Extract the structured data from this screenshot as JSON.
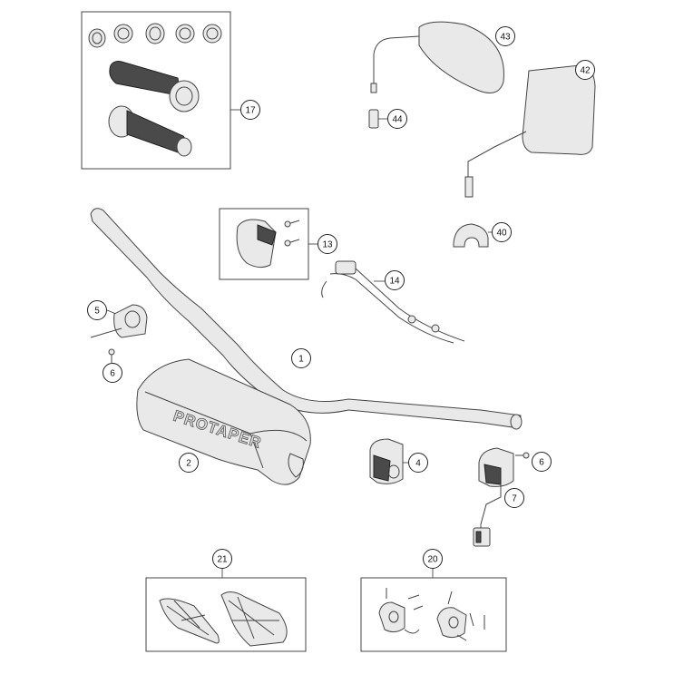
{
  "brand_mark": "PROTAPER",
  "callouts": {
    "c1": "1",
    "c2": "2",
    "c4": "4",
    "c5": "5",
    "c6a": "6",
    "c6b": "6",
    "c7": "7",
    "c13": "13",
    "c14": "14",
    "c17": "17",
    "c20": "20",
    "c21": "21",
    "c40": "40",
    "c42": "42",
    "c43": "43",
    "c44": "44"
  }
}
